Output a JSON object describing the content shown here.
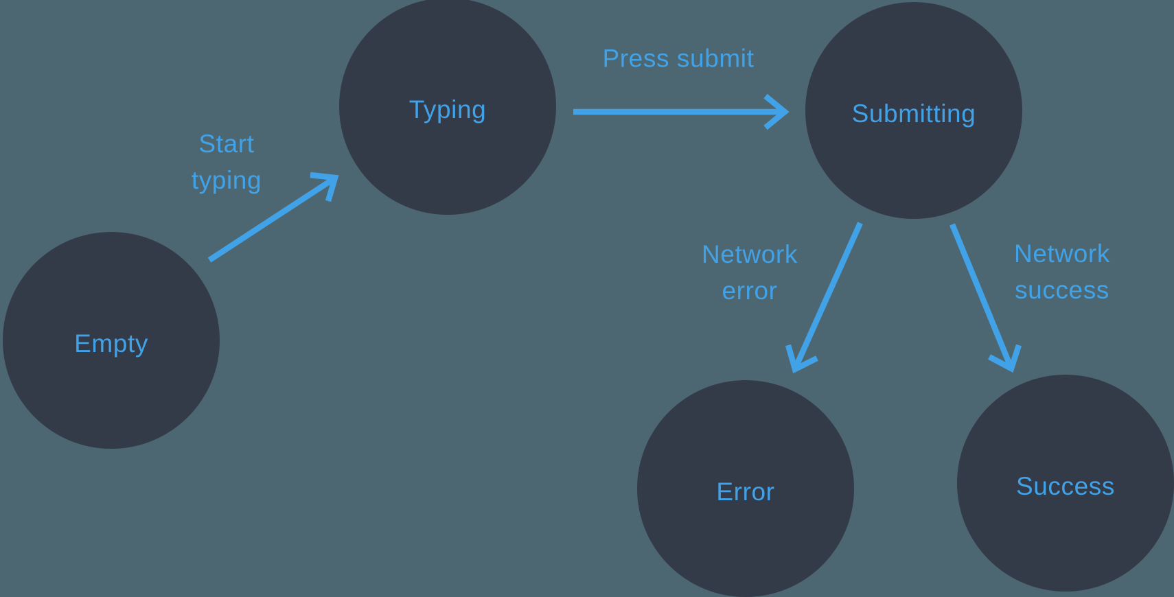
{
  "colors": {
    "background": "#4C6771",
    "node_fill": "#343B48",
    "accent_blue": "#41A2E8"
  },
  "diagram": {
    "type": "state-machine",
    "nodes": [
      {
        "id": "empty",
        "label": "Empty"
      },
      {
        "id": "typing",
        "label": "Typing"
      },
      {
        "id": "submitting",
        "label": "Submitting"
      },
      {
        "id": "error",
        "label": "Error"
      },
      {
        "id": "success",
        "label": "Success"
      }
    ],
    "transitions": [
      {
        "id": "start-typing",
        "from": "empty",
        "to": "typing",
        "label_lines": [
          "Start",
          "typing"
        ]
      },
      {
        "id": "press-submit",
        "from": "typing",
        "to": "submitting",
        "label_lines": [
          "Press submit"
        ]
      },
      {
        "id": "network-error",
        "from": "submitting",
        "to": "error",
        "label_lines": [
          "Network",
          "error"
        ]
      },
      {
        "id": "network-success",
        "from": "submitting",
        "to": "success",
        "label_lines": [
          "Network",
          "success"
        ]
      }
    ]
  }
}
